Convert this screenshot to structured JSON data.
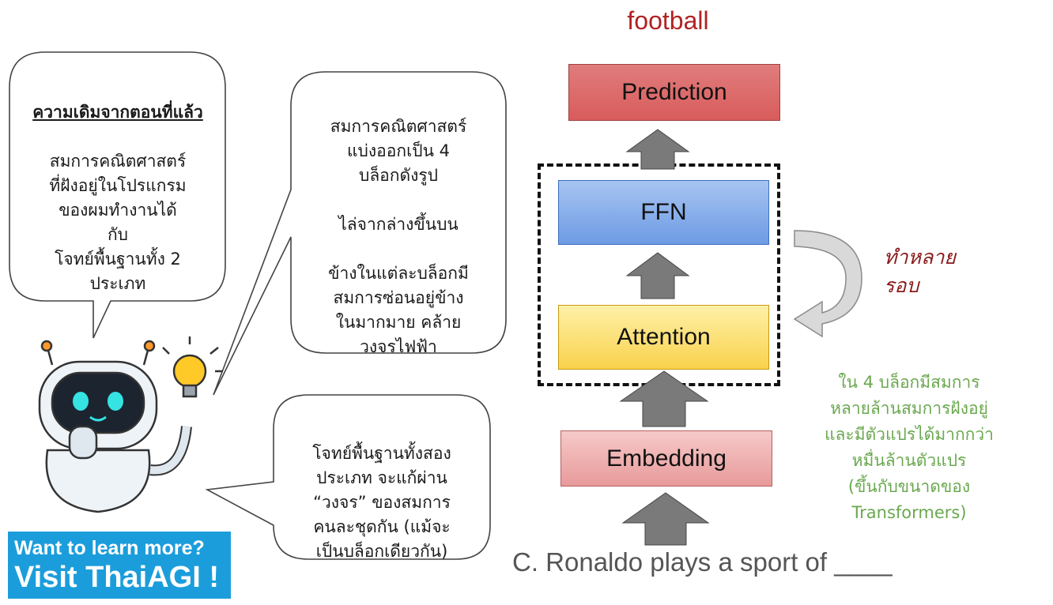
{
  "bubbles": {
    "left_top": {
      "heading": "ความเดิมจากตอนที่แล้ว",
      "body": "สมการคณิตศาสตร์\nที่ฝังอยู่ในโปรแกรม\nของผมทำงานได้\nกับ\nโจทย์พื้นฐานทั้ง 2\nประเภท"
    },
    "middle_top": {
      "body": "สมการคณิตศาสตร์\nแบ่งออกเป็น 4\nบล็อกดังรูป\n\nไล่จากล่างขึ้นบน\n\nข้างในแต่ละบล็อกมี\nสมการซ่อนอยู่ข้าง\nในมากมาย คล้าย\nวงจรไฟฟ้า"
    },
    "middle_bottom": {
      "body": "โจทย์พื้นฐานทั้งสอง\nประเภท จะแก้ผ่าน\n“วงจร” ของสมการ\nคนละชุดกัน (แม้จะ\nเป็นบล็อกเดียวกัน)"
    }
  },
  "diagram": {
    "output_word": "football",
    "blocks": {
      "prediction": "Prediction",
      "ffn": "FFN",
      "attention": "Attention",
      "embedding": "Embedding"
    },
    "loop_label": "ทำหลาย\nรอบ",
    "note": "ใน 4 บล็อกมีสมการ\nหลายล้านสมการฝังอยู่\nและมีตัวแปรได้มากกว่า\nหมื่นล้านตัวแปร\n(ขึ้นกับขนาดของ\nTransformers)",
    "input_prompt": "C. Ronaldo plays a sport of ____"
  },
  "promo": {
    "line1": "Want to learn more?",
    "line2": "Visit ThaiAGI !"
  },
  "colors": {
    "prediction": "#d95c5c",
    "ffn": "#6d9be4",
    "attention": "#f9d24c",
    "embedding": "#e79a9a",
    "arrow": "#7a7a7a",
    "output_word": "#b22222",
    "loop_label": "#8b1a1a",
    "note": "#6aa84f",
    "promo_bg": "#1c9ddb"
  }
}
